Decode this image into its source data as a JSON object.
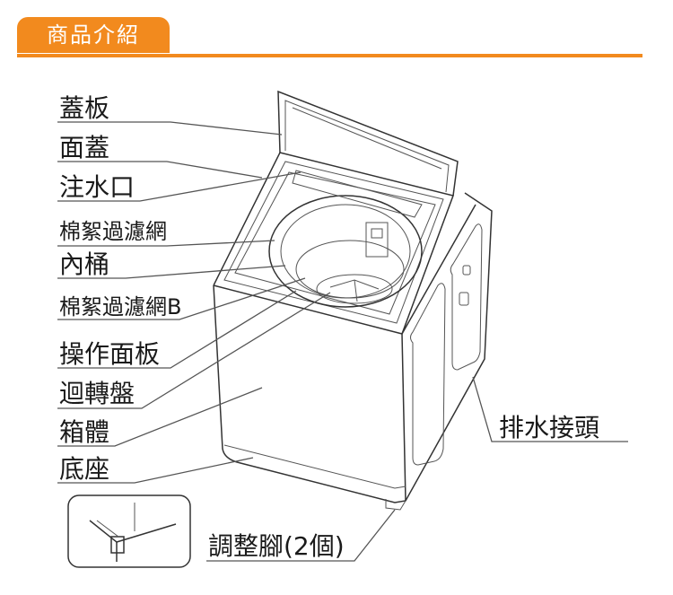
{
  "header": {
    "title": "商品介紹",
    "accent_color": "#f28a1e"
  },
  "labels": {
    "lid": "蓋板",
    "top_cover": "面蓋",
    "water_inlet": "注水口",
    "lint_filter": "棉絮過濾網",
    "inner_tub": "內桶",
    "lint_filter_b": "棉絮過濾網B",
    "control_panel": "操作面板",
    "pulsator": "迴轉盤",
    "cabinet": "箱體",
    "base": "底座",
    "drain_connector": "排水接頭",
    "adjustable_feet": "調整腳(2個)"
  }
}
